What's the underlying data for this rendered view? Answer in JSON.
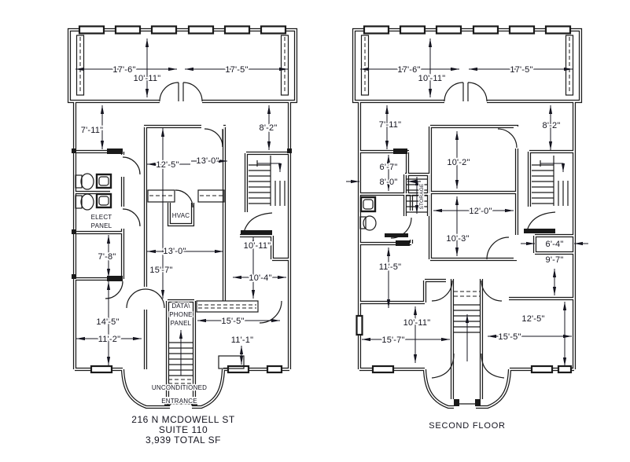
{
  "page": {
    "background": "#ffffff",
    "line_color": "#1a1a1a",
    "dim_text_color": "#14141f"
  },
  "first_floor": {
    "title_line1": "216 N MCDOWELL ST",
    "title_line2": "SUITE 110",
    "title_line3": "3,939 TOTAL SF",
    "labels": {
      "elect1": "ELECT",
      "elect2": "PANEL",
      "hvac": "HVAC",
      "data1": "DATA\\",
      "data2": "PHONE",
      "data3": "PANEL",
      "ent1": "UNCONDITIONED",
      "ent2": "ENTRANCE"
    },
    "dims": {
      "top_left": "17'-6\"",
      "top_right": "17'-5\"",
      "top_depth": "10'-11\"",
      "upper_left": "7'-11\"",
      "upper_right": "8'-2\"",
      "office_width": "12'-5\"",
      "office_depth": "13'-0\"",
      "hall_width": "13'-0\"",
      "hall_length": "15'-7\"",
      "restroom_side": "7'-8\"",
      "right_mid": "10'-11\"",
      "right_width": "10'-4\"",
      "lower_left_depth": "14'-5\"",
      "lower_left_width": "11'-2\"",
      "lower_right_width": "15'-5\"",
      "lower_right_depth": "11'-1\""
    }
  },
  "second_floor": {
    "caption": "SECOND FLOOR",
    "labels": {
      "storage": "STORAGE"
    },
    "dims": {
      "top_left": "17'-6\"",
      "top_right": "17'-5\"",
      "top_depth": "10'-11\"",
      "upper_left": "7'-11\"",
      "upper_right": "8'-2\"",
      "left_a": "6'-7\"",
      "left_b": "8'-0\"",
      "center_a": "10'-2\"",
      "center_b": "12'-0\"",
      "center_c": "10'-3\"",
      "left_mid": "11'-5\"",
      "right_a": "6'-4\"",
      "right_b": "9'-7\"",
      "lower_left_a": "10'-11\"",
      "lower_left_b": "15'-7\"",
      "lower_right_a": "12'-5\"",
      "lower_right_b": "15'-5\""
    }
  }
}
